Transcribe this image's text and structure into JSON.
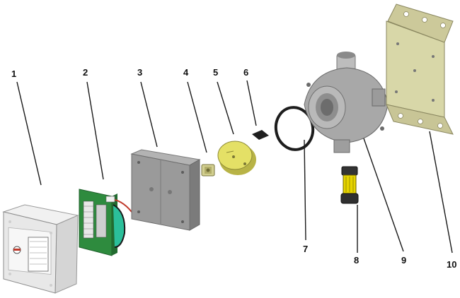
{
  "diagram": {
    "type": "exploded-view",
    "callouts": [
      {
        "id": "c1",
        "label": "1"
      },
      {
        "id": "c2",
        "label": "2"
      },
      {
        "id": "c3",
        "label": "3"
      },
      {
        "id": "c4",
        "label": "4"
      },
      {
        "id": "c5",
        "label": "5"
      },
      {
        "id": "c6",
        "label": "6"
      },
      {
        "id": "c7",
        "label": "7"
      },
      {
        "id": "c8",
        "label": "8"
      },
      {
        "id": "c9",
        "label": "9"
      },
      {
        "id": "c10",
        "label": "10"
      }
    ]
  },
  "colors": {
    "leader": "#1a1a1a",
    "cover": "#e6e6e6",
    "pcb": "#2e8b3e",
    "plate": "#8e8e8e",
    "disc": "#e4e066",
    "seal": "#2a2a2a",
    "body": "#a5a5a5",
    "bracket": "#d8d7a8",
    "filter": "#e6d400",
    "accent": "#c0392b"
  }
}
